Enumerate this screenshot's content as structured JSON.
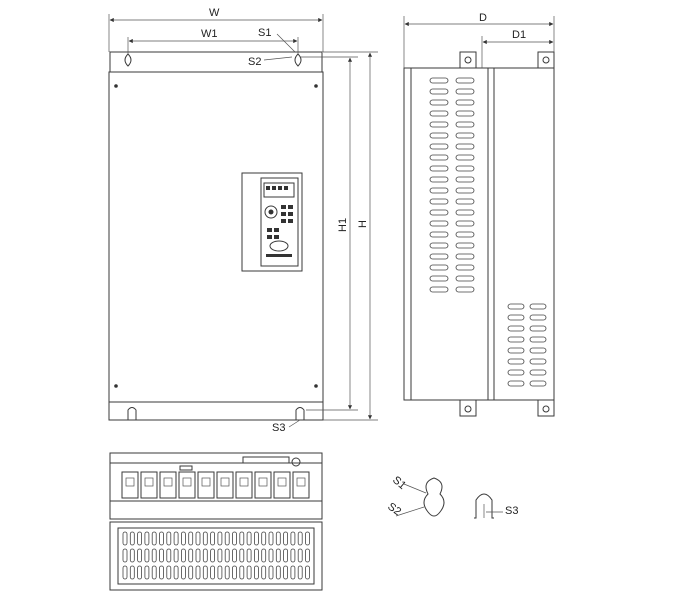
{
  "labels": {
    "W": "W",
    "W1": "W1",
    "S1": "S1",
    "S2": "S2",
    "H": "H",
    "H1": "H1",
    "S3": "S3",
    "D": "D",
    "D1": "D1",
    "detail_s1": "S1",
    "detail_s2": "S2",
    "detail_s3": "S3"
  }
}
